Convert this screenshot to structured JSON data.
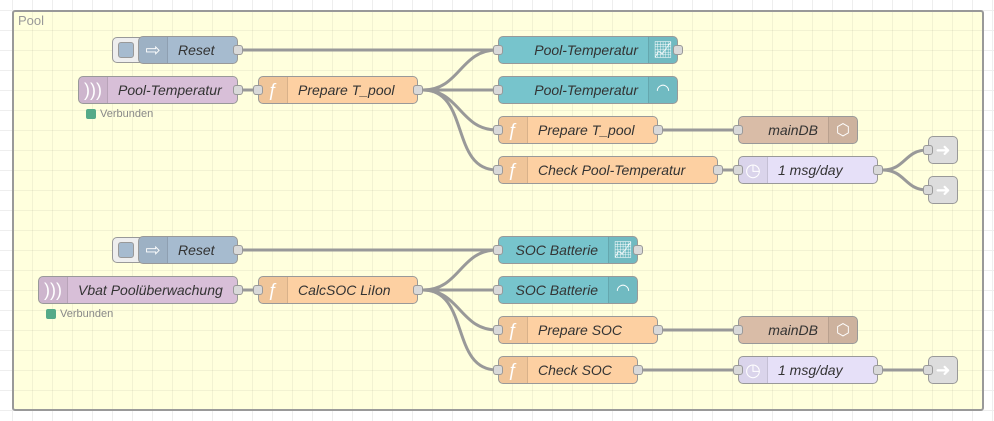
{
  "group": {
    "label": "Pool"
  },
  "flow1": {
    "inject": {
      "label": "Reset",
      "icon": "arrow-right-icon"
    },
    "mqtt_in": {
      "label": "Pool-Temperatur",
      "icon": "wifi-signal-icon",
      "status": "Verbunden",
      "status_color": "#55aa88"
    },
    "func_main": {
      "label": "Prepare T_pool",
      "icon": "function-icon"
    },
    "chart": {
      "label": "Pool-Temperatur",
      "icon": "line-chart-icon"
    },
    "gauge": {
      "label": "Pool-Temperatur",
      "icon": "gauge-icon"
    },
    "func_db": {
      "label": "Prepare T_pool",
      "icon": "function-icon"
    },
    "func_check": {
      "label": "Check Pool-Temperatur",
      "icon": "function-icon"
    },
    "db": {
      "label": "mainDB",
      "icon": "database-icon"
    },
    "delay": {
      "label": "1 msg/day",
      "icon": "timer-icon"
    }
  },
  "flow2": {
    "inject": {
      "label": "Reset",
      "icon": "arrow-right-icon"
    },
    "mqtt_in": {
      "label": "Vbat Poolüberwachung",
      "icon": "wifi-signal-icon",
      "status": "Verbunden",
      "status_color": "#55aa88"
    },
    "func_main": {
      "label": "CalcSOC LiIon",
      "icon": "function-icon"
    },
    "chart": {
      "label": "SOC Batterie",
      "icon": "line-chart-icon"
    },
    "gauge": {
      "label": "SOC Batterie",
      "icon": "gauge-icon"
    },
    "func_db": {
      "label": "Prepare SOC",
      "icon": "function-icon"
    },
    "func_check": {
      "label": "Check SOC",
      "icon": "function-icon"
    },
    "db": {
      "label": "mainDB",
      "icon": "database-icon"
    },
    "delay": {
      "label": "1 msg/day",
      "icon": "timer-icon"
    }
  },
  "colors": {
    "inject": "#a6bbcf",
    "mqtt": "#d8bfd8",
    "function": "#fdd0a2",
    "dashboard": "#77c4cc",
    "database": "#d9bca7",
    "delay": "#e6e0f8",
    "link": "#dddddd",
    "group_bg": "#ffffdd"
  }
}
